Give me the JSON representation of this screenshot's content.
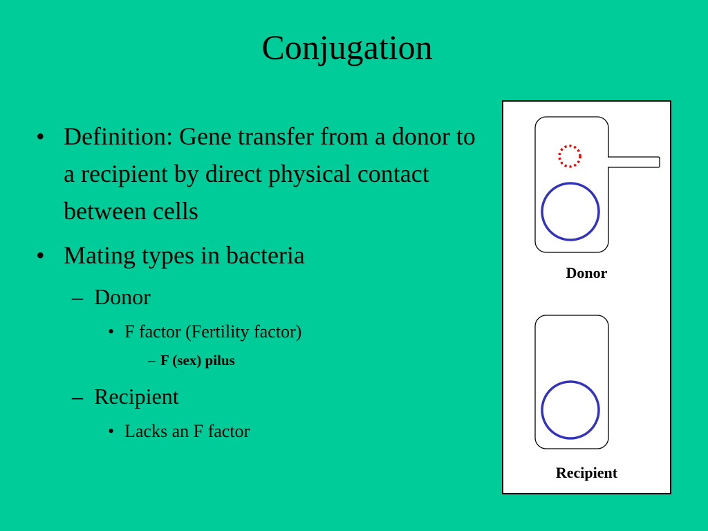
{
  "slide": {
    "title": "Conjugation",
    "bullets": [
      {
        "marker": "•",
        "text": "Definition: Gene transfer from a donor to a recipient by direct physical contact between cells"
      },
      {
        "marker": "•",
        "text": "Mating types in bacteria"
      }
    ],
    "donor_item": {
      "marker": "–",
      "text": "Donor"
    },
    "f_factor_item": {
      "marker": "•",
      "text": "F factor (Fertility factor)"
    },
    "pilus_item": {
      "marker": "–",
      "text": "F (sex) pilus"
    },
    "recipient_item": {
      "marker": "–",
      "text": "Recipient"
    },
    "lacks_item": {
      "marker": "•",
      "text": "Lacks an F factor"
    }
  },
  "figure": {
    "donor_label": "Donor",
    "recipient_label": "Recipient",
    "colors": {
      "chromosome": "#3333BB",
      "f_plasmid": "#EE0000",
      "outline": "#000000"
    }
  }
}
